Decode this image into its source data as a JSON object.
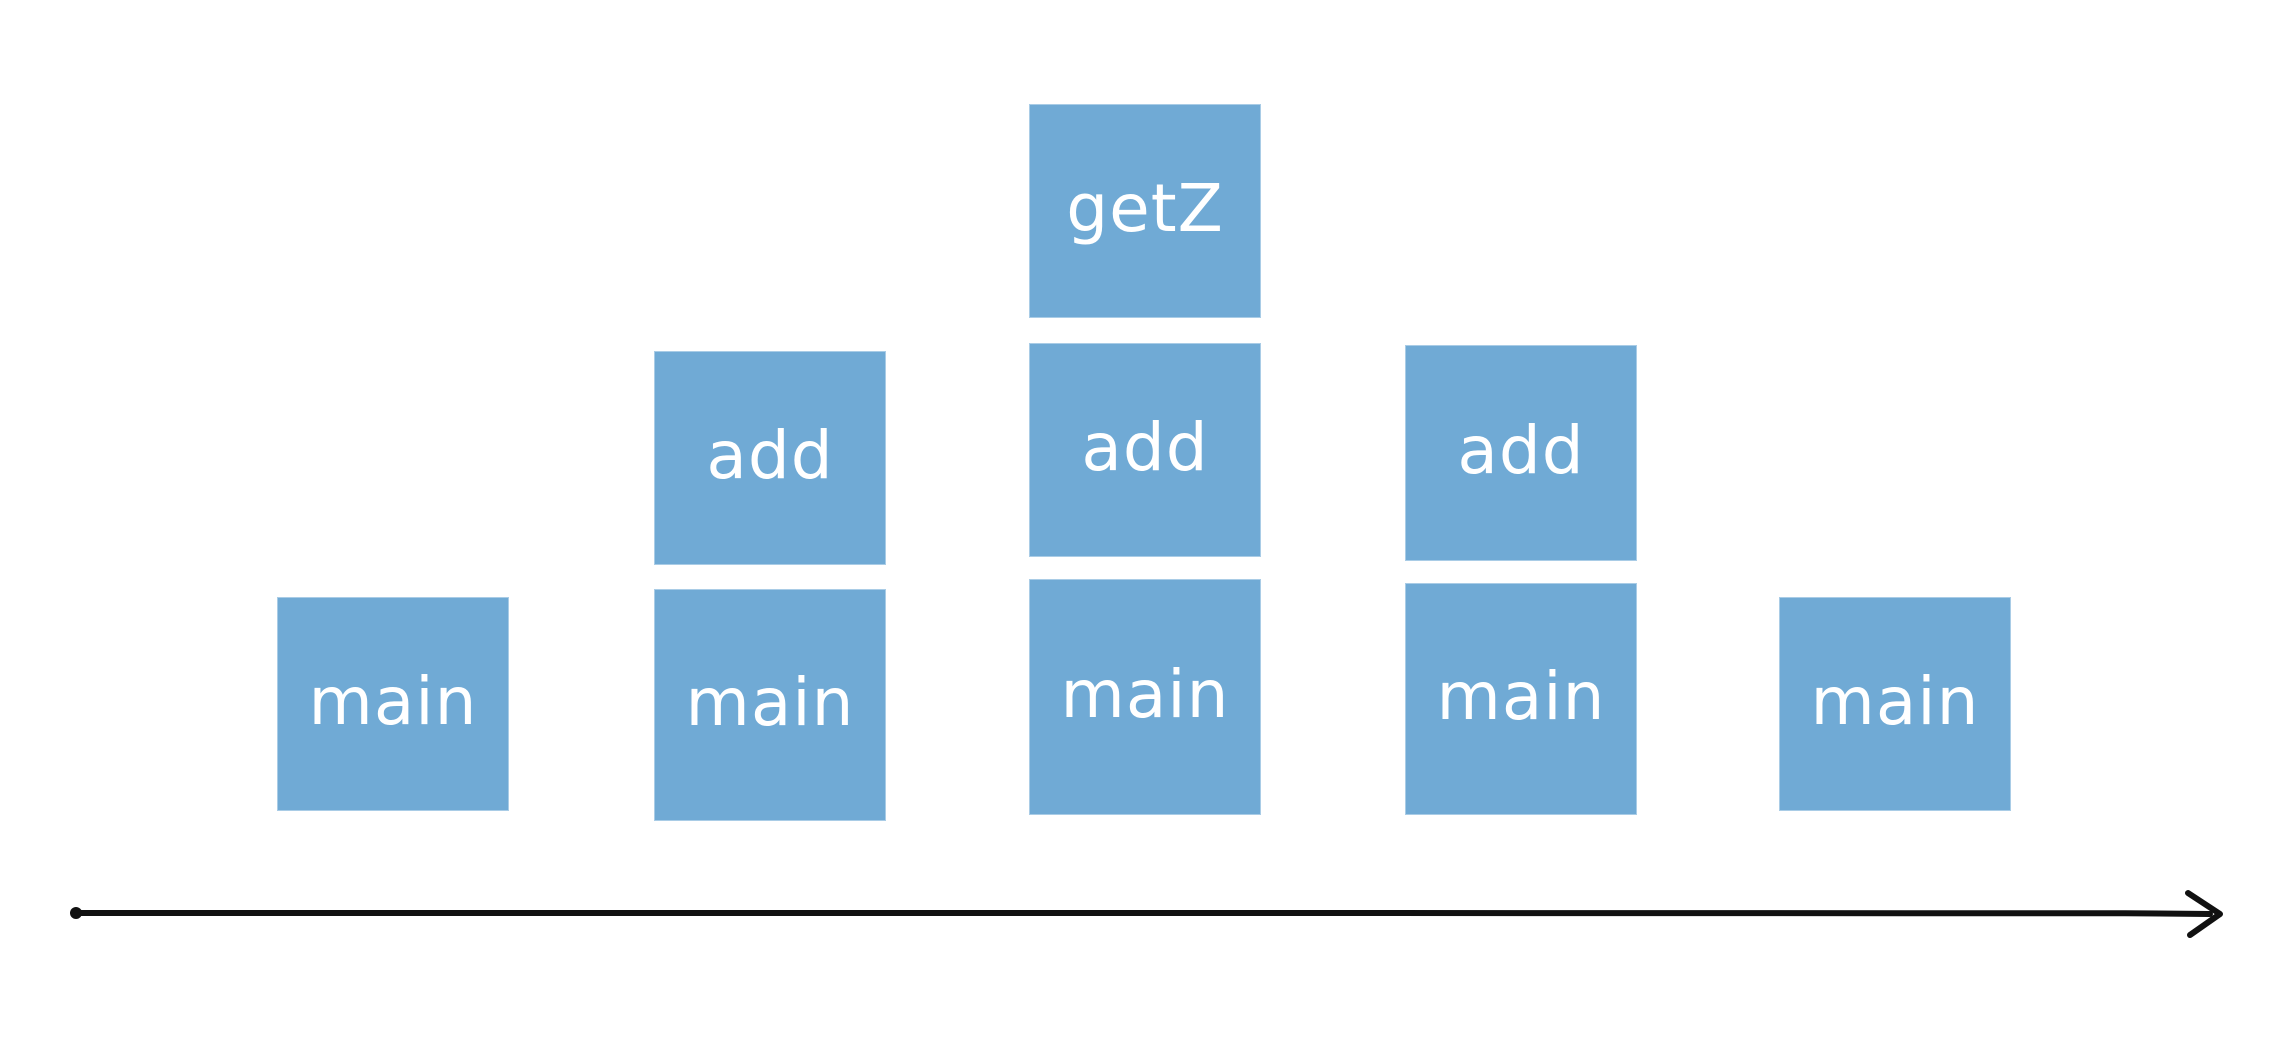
{
  "diagram": {
    "block_color": "#70aad5",
    "text_color": "#ffffff",
    "stacks": [
      {
        "frames": [
          "main"
        ]
      },
      {
        "frames": [
          "main",
          "add"
        ]
      },
      {
        "frames": [
          "main",
          "add",
          "getZ"
        ]
      },
      {
        "frames": [
          "main",
          "add"
        ]
      },
      {
        "frames": [
          "main"
        ]
      }
    ],
    "timeline": {
      "color": "#111111",
      "arrow": "right"
    }
  }
}
